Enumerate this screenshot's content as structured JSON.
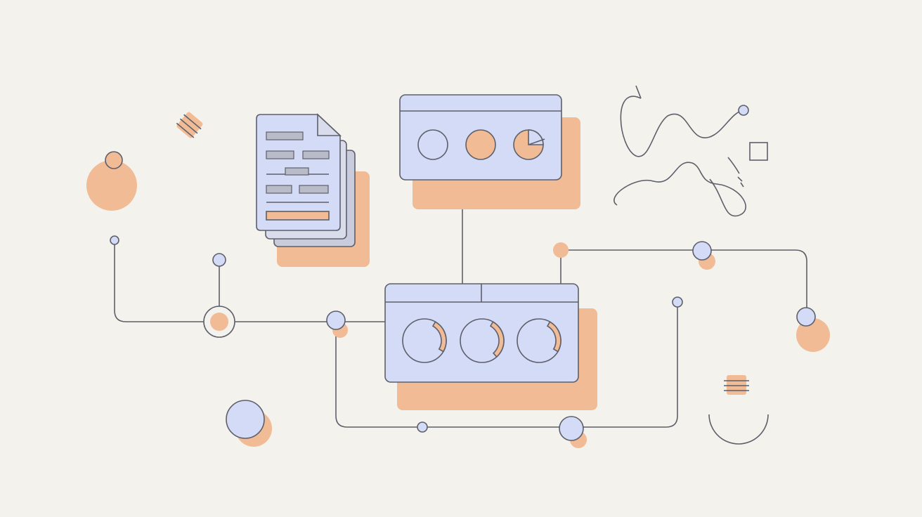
{
  "palette": {
    "background": "#f4f2ed",
    "lavender": "#d3dbf7",
    "lavender_grey": "#c8ccdc",
    "peach": "#f0bb95",
    "line": "#5d5f6a",
    "bar": "#b9bcc8"
  },
  "illustration": {
    "document_stack": {
      "sheets": 3,
      "text_lines": 5,
      "highlight_bar": "peach"
    },
    "top_panel": {
      "dials": 3
    },
    "bottom_panel": {
      "dials": 3,
      "dial_progress": [
        0.25,
        0.3,
        0.25
      ]
    }
  }
}
